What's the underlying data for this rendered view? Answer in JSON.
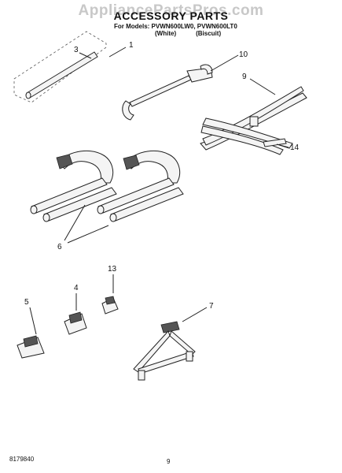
{
  "header": {
    "watermark": "AppliancePartsPros.com",
    "title": "ACCESSORY PARTS",
    "models_line": "For Models: PVWN600LW0, PVWN600LT0",
    "variant_1": "(White)",
    "variant_2": "(Biscuit)"
  },
  "callouts": {
    "c1": "1",
    "c3": "3",
    "c10": "10",
    "c9": "9",
    "c14": "14",
    "c6": "6",
    "c13": "13",
    "c4": "4",
    "c5": "5",
    "c7": "7"
  },
  "footer": {
    "doc_number": "8179840",
    "page_number": "9"
  }
}
